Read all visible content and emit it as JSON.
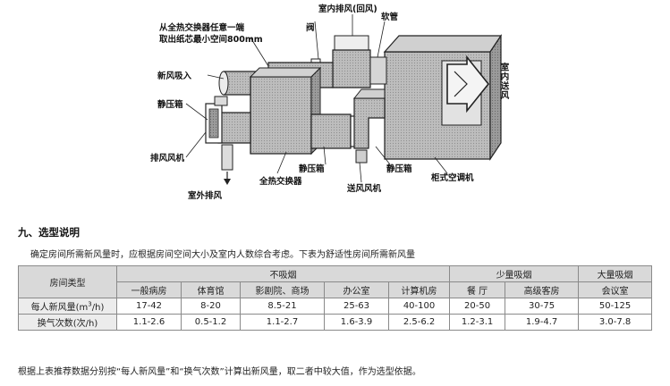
{
  "diagram": {
    "labels": {
      "note_line1": "从全热交换器任意一端",
      "note_line2": "取出纸芯最小空间800mm",
      "indoor_exhaust": "室内排风(回风)",
      "valve": "阀",
      "hose": "软管",
      "fresh_air_in": "新风吸入",
      "indoor_supply": "室内送风",
      "static_box_left": "静压箱",
      "exhaust_fan": "排风风机",
      "outdoor_exhaust": "室外排风",
      "heat_exchanger": "全热交换器",
      "static_box_mid": "静压箱",
      "supply_fan": "送风风机",
      "static_box_right": "静压箱",
      "cabinet_ac": "柜式空调机"
    }
  },
  "section": {
    "title": "九、选型说明",
    "intro": "确定房间所需新风量时，应根据房间空间大小及室内人数综合考虑。下表为舒适性房间所需新风量",
    "footnote": "根据上表推荐数据分别按“每人新风量”和“换气次数”计算出新风量，取二者中较大值，作为选型依据。"
  },
  "table": {
    "room_type_header": "房间类型",
    "groups": [
      "不吸烟",
      "少量吸烟",
      "大量吸烟"
    ],
    "rooms": [
      "一般病房",
      "体育馆",
      "影剧院、商场",
      "办公室",
      "计算机房",
      "餐  厅",
      "高级客房",
      "会议室"
    ],
    "rows": [
      {
        "label_main": "每人新风量(m",
        "label_sup": "3",
        "label_tail": "/h)",
        "values": [
          "17-42",
          "8-20",
          "8.5-21",
          "25-63",
          "40-100",
          "20-50",
          "30-75",
          "50-125"
        ]
      },
      {
        "label_main": "换气次数(次/h)",
        "values": [
          "1.1-2.6",
          "0.5-1.2",
          "1.1-2.7",
          "1.6-3.9",
          "2.5-6.2",
          "1.2-3.1",
          "1.9-4.7",
          "3.0-7.8"
        ]
      }
    ]
  }
}
